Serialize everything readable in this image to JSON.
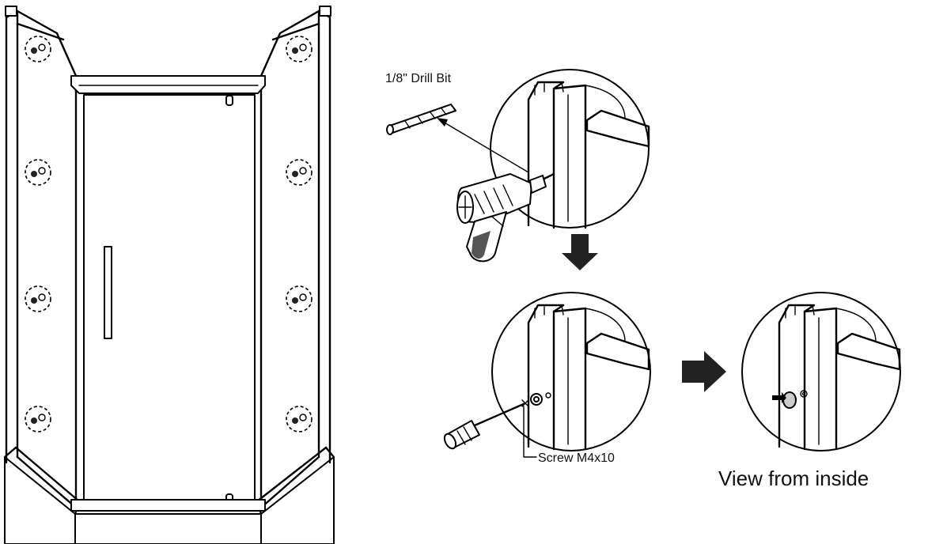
{
  "labels": {
    "drill_bit": "1/8\" Drill Bit",
    "screw": "Screw M4x10",
    "view_inside": "View from inside"
  },
  "colors": {
    "line": "#000000",
    "background": "#ffffff",
    "arrow_fill": "#222222",
    "handle_grey": "#555555"
  }
}
